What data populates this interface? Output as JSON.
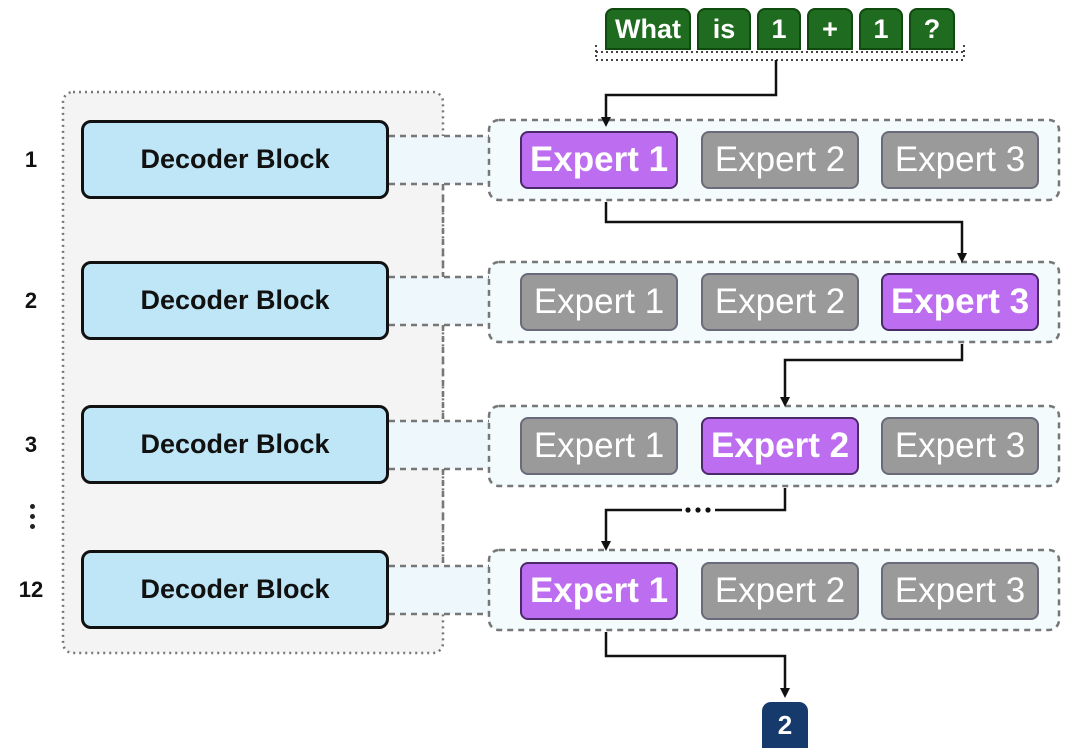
{
  "input_tokens": [
    {
      "text": "What"
    },
    {
      "text": "is"
    },
    {
      "text": "1"
    },
    {
      "text": "+"
    },
    {
      "text": "1"
    },
    {
      "text": "?"
    }
  ],
  "layers": [
    {
      "number": "1",
      "decoder_label": "Decoder Block",
      "experts": [
        {
          "label": "Expert 1",
          "active": true
        },
        {
          "label": "Expert 2",
          "active": false
        },
        {
          "label": "Expert 3",
          "active": false
        }
      ]
    },
    {
      "number": "2",
      "decoder_label": "Decoder Block",
      "experts": [
        {
          "label": "Expert 1",
          "active": false
        },
        {
          "label": "Expert 2",
          "active": false
        },
        {
          "label": "Expert 3",
          "active": true
        }
      ]
    },
    {
      "number": "3",
      "decoder_label": "Decoder Block",
      "experts": [
        {
          "label": "Expert 1",
          "active": false
        },
        {
          "label": "Expert 2",
          "active": true
        },
        {
          "label": "Expert 3",
          "active": false
        }
      ]
    },
    {
      "number": "12",
      "decoder_label": "Decoder Block",
      "experts": [
        {
          "label": "Expert 1",
          "active": true
        },
        {
          "label": "Expert 2",
          "active": false
        },
        {
          "label": "Expert 3",
          "active": false
        }
      ]
    }
  ],
  "output_token": "2",
  "colors": {
    "token_bg": "#1f6b1f",
    "decoder_bg": "#bfe6f6",
    "expert_active": "#bd6ef0",
    "expert_inactive": "#9a9a9a",
    "output_bg": "#163a6b"
  }
}
